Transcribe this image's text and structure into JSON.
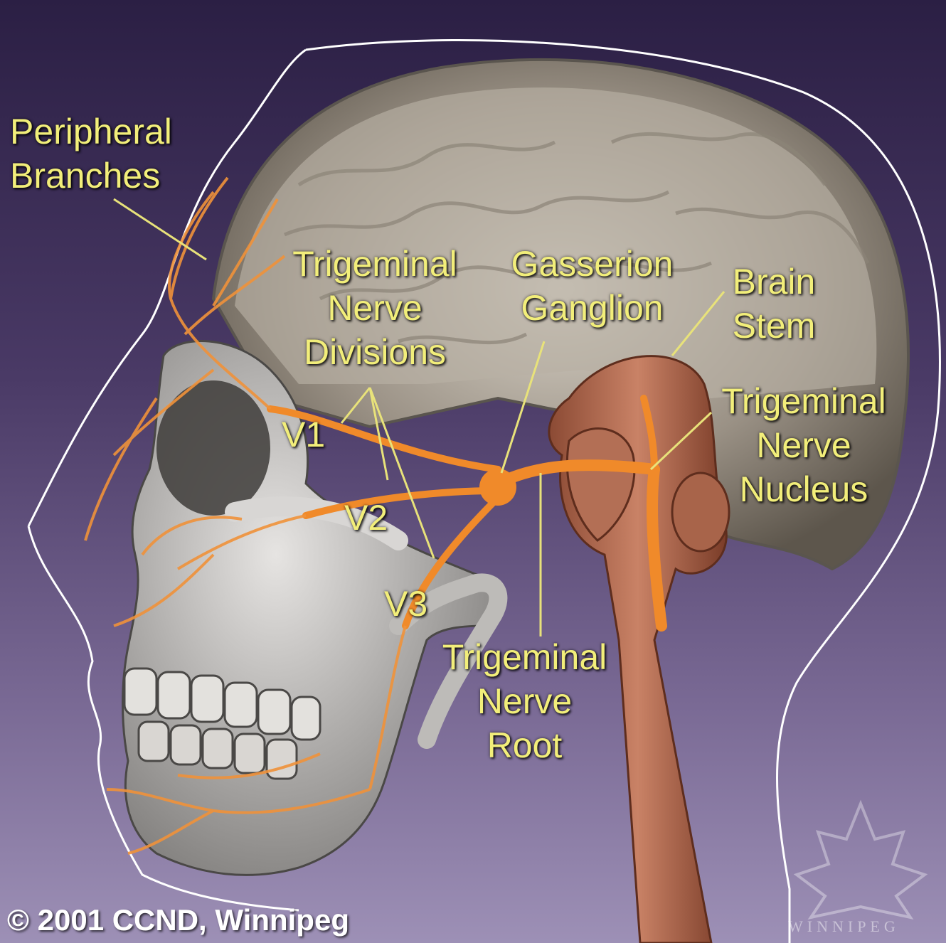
{
  "labels": {
    "peripheral_branches": [
      "Peripheral",
      "Branches"
    ],
    "trigeminal_nerve_divisions": [
      "Trigeminal",
      "Nerve",
      "Divisions"
    ],
    "gasserion_ganglion": [
      "Gasserion",
      "Ganglion"
    ],
    "brain_stem": [
      "Brain",
      "Stem"
    ],
    "trigeminal_nerve_nucleus": [
      "Trigeminal",
      "Nerve",
      "Nucleus"
    ],
    "trigeminal_nerve_root": [
      "Trigeminal",
      "Nerve",
      "Root"
    ],
    "v1": "V1",
    "v2": "V2",
    "v3": "V3"
  },
  "copyright": "© 2001 CCND, Winnipeg",
  "watermark_text": "WINNIPEG",
  "colors": {
    "label_text": "#f2ee7a",
    "leader_line": "#e8e27a",
    "nerve": "#f08a2a",
    "background_top": "#2b1f44",
    "background_bottom": "#9d90b6",
    "head_outline": "#ffffff"
  }
}
